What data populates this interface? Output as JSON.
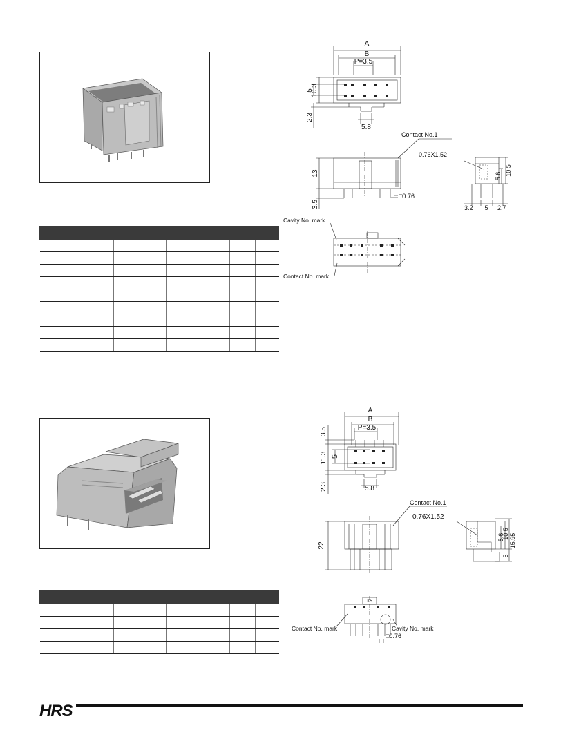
{
  "drawing1": {
    "dim_a": "A",
    "dim_b": "B",
    "pitch": "P=3.5",
    "height": "10.3",
    "row_spacing": "5",
    "offset": "2.3",
    "key_width": "5.8",
    "contact_no1": "Contact No.1",
    "pin_size": "0.76X1.52",
    "front_height": "13",
    "pin_length": "3.5",
    "pin_square": "□0.76",
    "side_h1": "5.6",
    "side_h2": "10.5",
    "side_w1": "3.2",
    "side_w2": "5",
    "side_w3": "2.7",
    "cavity_mark": "Cavity No. mark",
    "contact_mark": "Contact No. mark"
  },
  "drawing2": {
    "dim_a": "A",
    "dim_b": "B",
    "top_offset": "3.5",
    "pitch": "P=3.5",
    "height": "11.3",
    "row_spacing": "5",
    "offset": "2.3",
    "key_width": "5.8",
    "contact_no1": "Contact No.1",
    "pin_size": "0.76X1.52",
    "front_height": "22",
    "side_h1": "5.6",
    "side_h2": "10.5",
    "side_h3": "15.95",
    "side_h4": "5",
    "contact_mark": "Contact No. mark",
    "cavity_mark": "Cavity No. mark",
    "pin_square": "□0.76",
    "key_label": "K5"
  },
  "footer": {
    "brand": "HRS"
  }
}
